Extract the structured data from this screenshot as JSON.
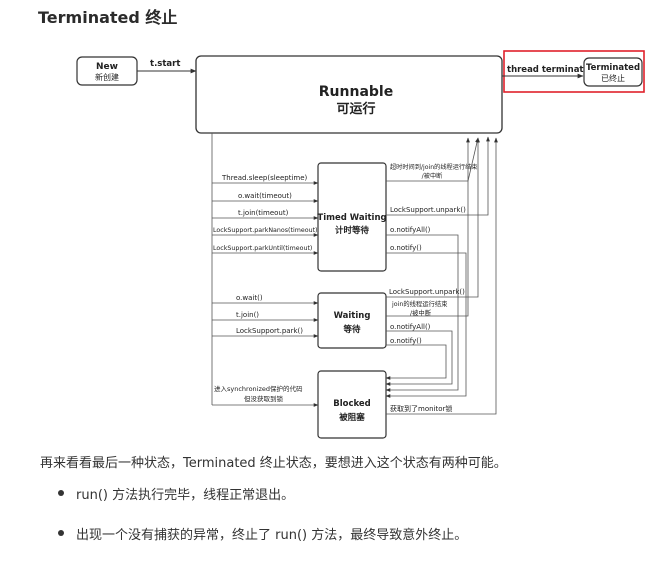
{
  "heading": "Terminated 终止",
  "diagram": {
    "states": {
      "new": {
        "en": "New",
        "zh": "新创建"
      },
      "runnable": {
        "en": "Runnable",
        "zh": "可运行"
      },
      "terminated": {
        "en": "Terminated",
        "zh": "已终止"
      },
      "timed_waiting": {
        "en": "Timed Waiting",
        "zh": "计时等待"
      },
      "waiting": {
        "en": "Waiting",
        "zh": "等待"
      },
      "blocked": {
        "en": "Blocked",
        "zh": "被阻塞"
      }
    },
    "labels": {
      "t_start": "t.start",
      "thread_terminated": "thread terminated",
      "timed_in": [
        "Thread.sleep(sleeptime)",
        "o.wait(timeout)",
        "t.join(timeout)",
        "LockSupport.parkNanos(timeout)",
        "LockSupport.parkUntil(timeout)"
      ],
      "timed_out_top": [
        "超时时间到/join的线程运行结束",
        "/被中断"
      ],
      "timed_out": [
        "LockSupport.unpark()",
        "o.notifyAll()",
        "o.notify()"
      ],
      "waiting_in": [
        "o.wait()",
        "t.join()",
        "LockSupport.park()"
      ],
      "waiting_out": [
        "LockSupport.unpark()",
        "join的线程运行结束",
        "/被中断",
        "o.notifyAll()",
        "o.notify()"
      ],
      "blocked_in": [
        "进入synchronized保护的代码",
        "但没获取到锁"
      ],
      "blocked_out": "获取到了monitor锁"
    },
    "highlight_color": "#e0212b"
  },
  "paragraph": "再来看看最后一种状态，Terminated 终止状态，要想进入这个状态有两种可能。",
  "bullets": [
    "run() 方法执行完毕，线程正常退出。",
    "出现一个没有捕获的异常，终止了 run() 方法，最终导致意外终止。"
  ]
}
